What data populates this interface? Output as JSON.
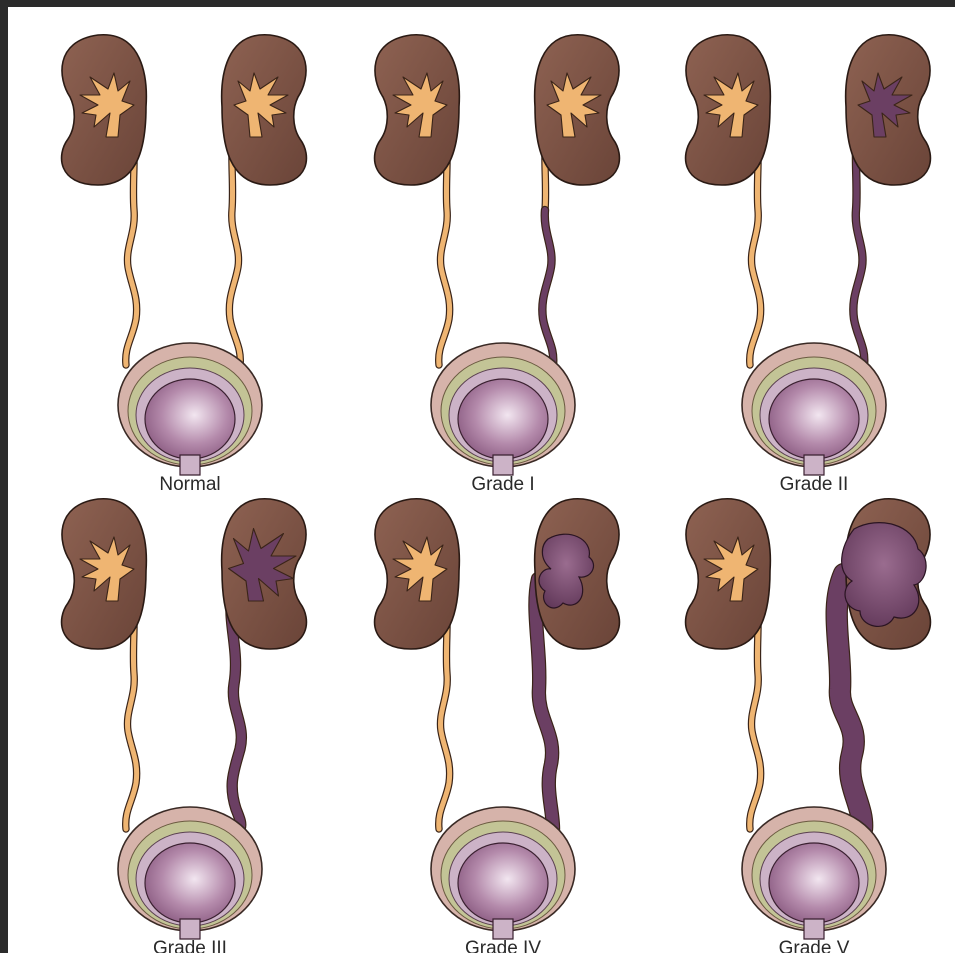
{
  "figure": {
    "colors": {
      "frame": "#2b2b2b",
      "background": "#ffffff",
      "kidney": "#7a5245",
      "normal_collecting_system": "#efb572",
      "refluxed_urine": "#6b3f63",
      "bladder_outer": "#d6b3aa",
      "bladder_band": "#c3c496",
      "bladder_inner": "#ccb3c7",
      "bladder_lumen": "#9c6a90"
    },
    "panels": [
      {
        "label": "Normal",
        "reflux_grade": 0
      },
      {
        "label": "Grade I",
        "reflux_grade": 1
      },
      {
        "label": "Grade II",
        "reflux_grade": 2
      },
      {
        "label": "Grade III",
        "reflux_grade": 3
      },
      {
        "label": "Grade IV",
        "reflux_grade": 4
      },
      {
        "label": "Grade V",
        "reflux_grade": 5
      }
    ]
  }
}
